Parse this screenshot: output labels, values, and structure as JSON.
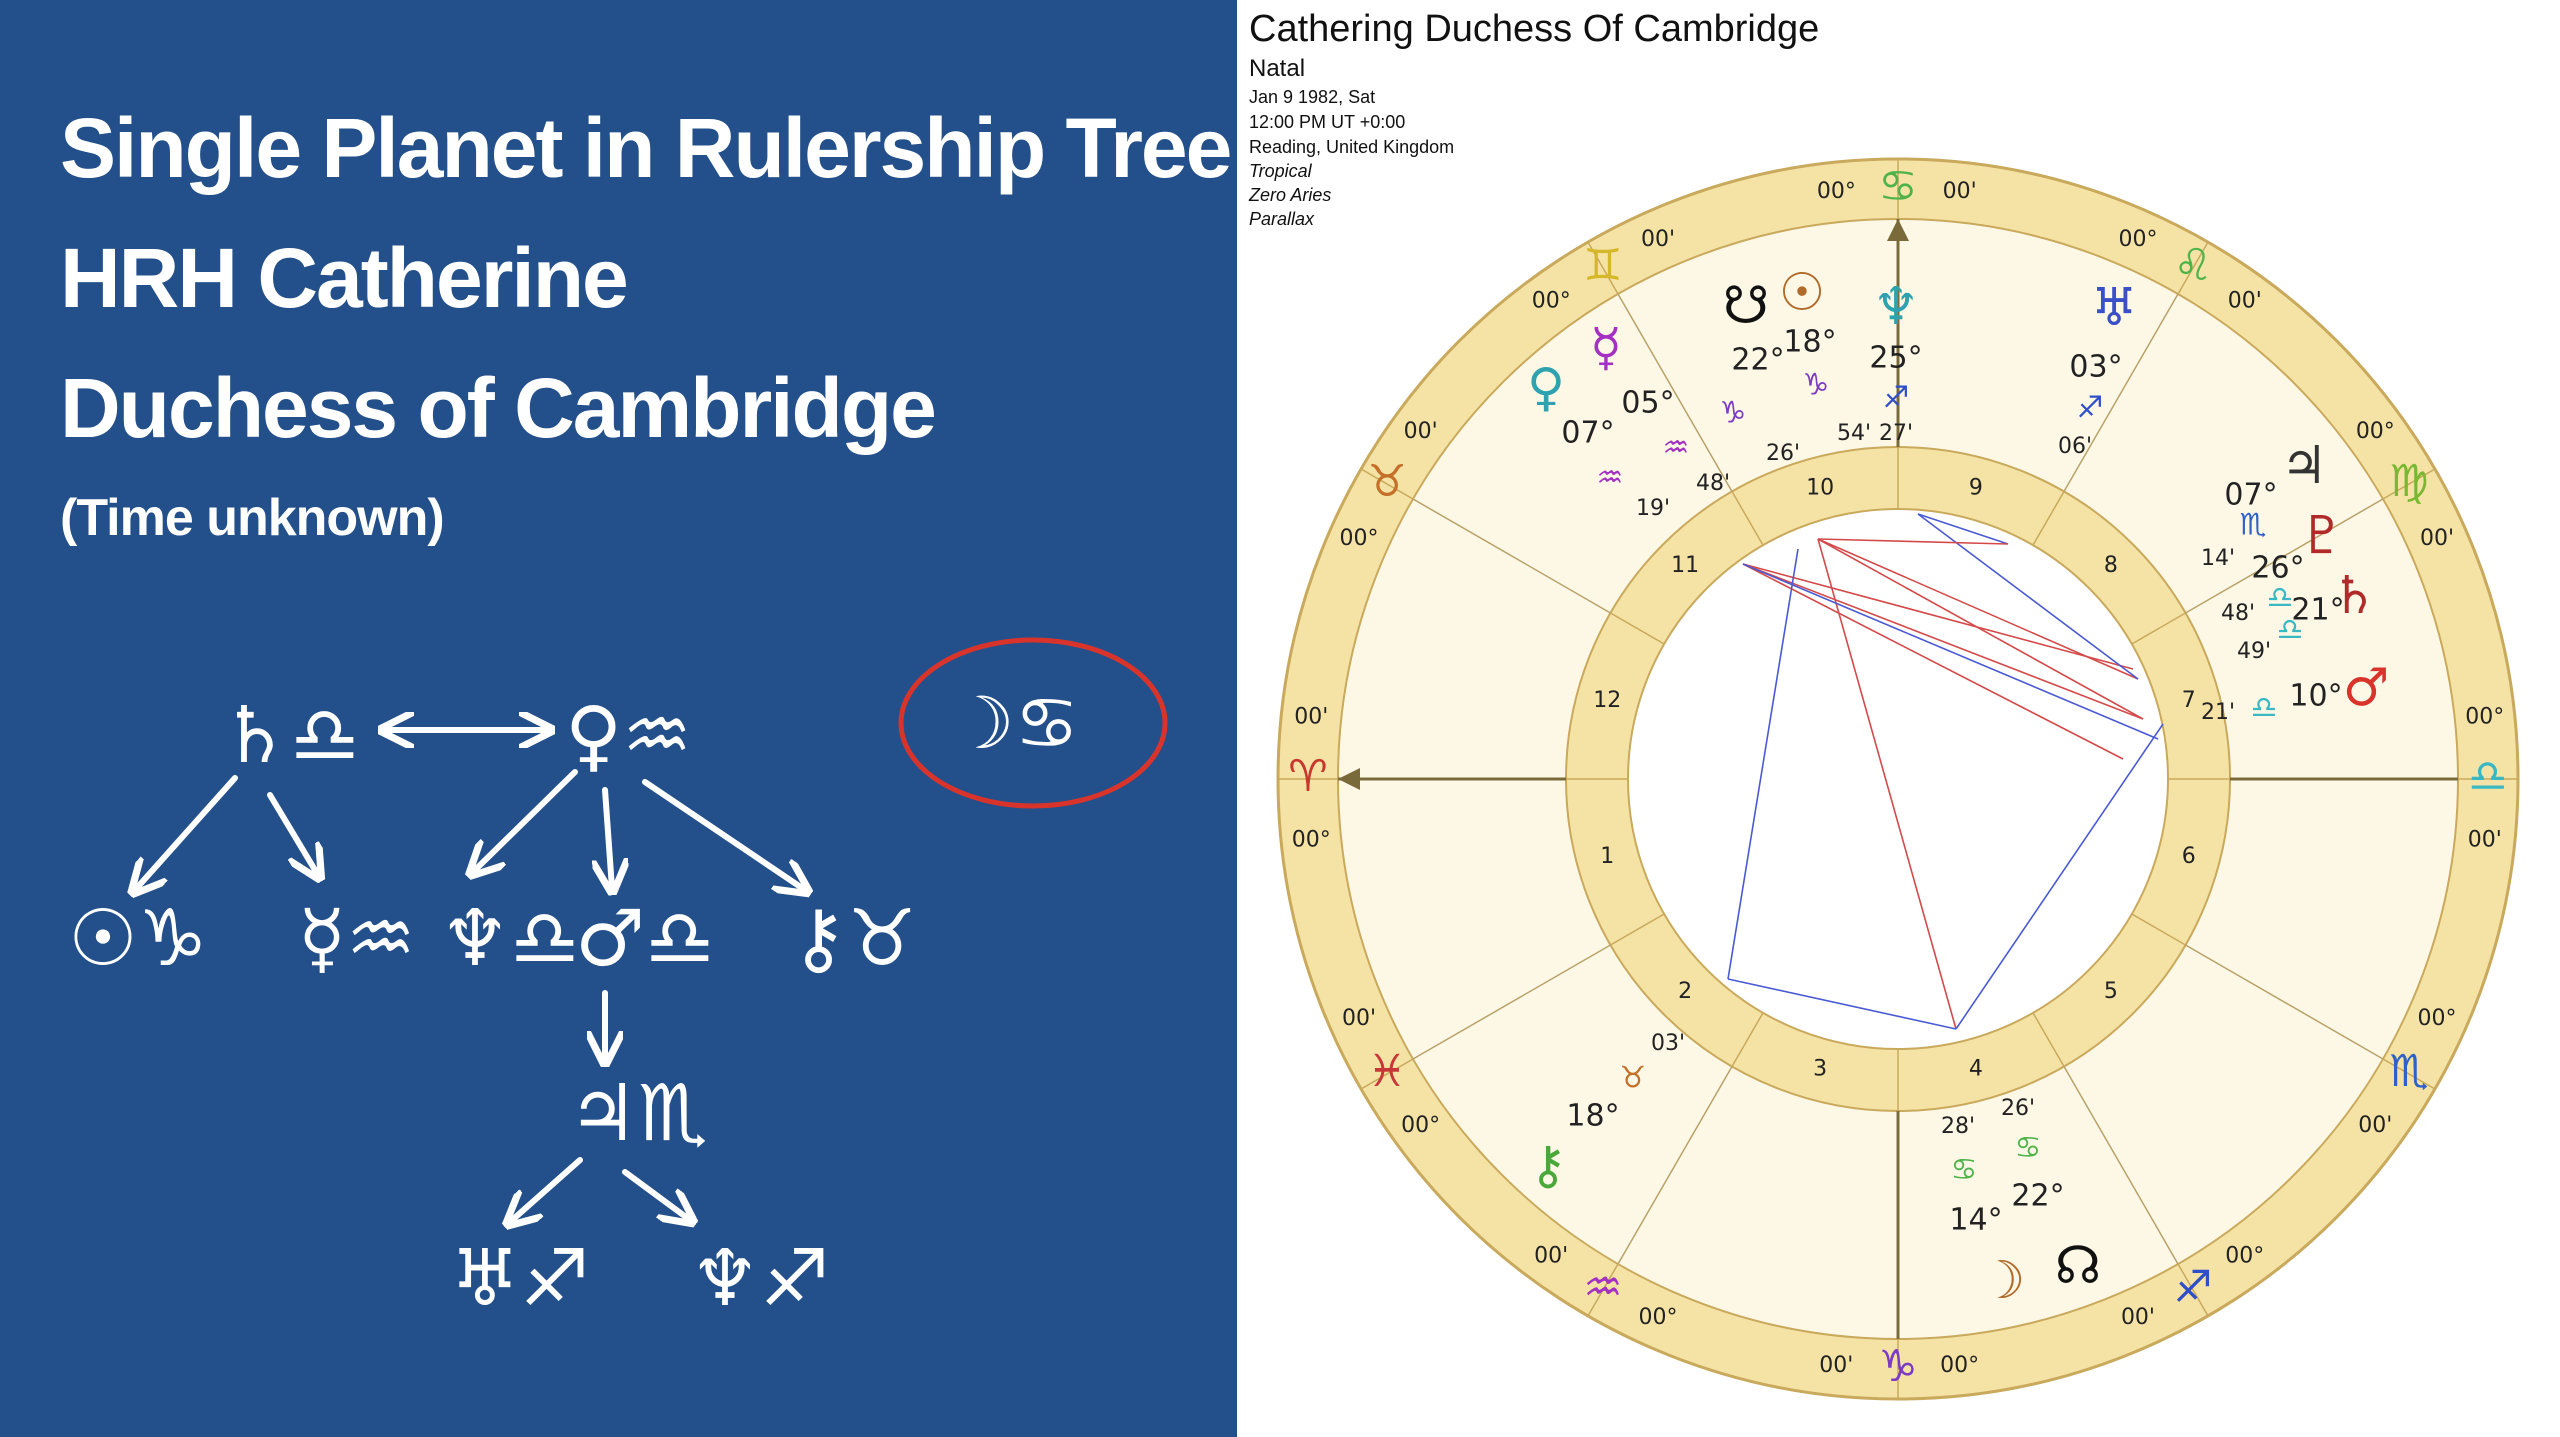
{
  "slide": {
    "title_line1": "Single Planet in Rulership Tree",
    "title_line2": "HRH Catherine",
    "title_line3": "Duchess of Cambridge",
    "subtitle": "(Time unknown)",
    "colors": {
      "background": "#23508a",
      "text": "#ffffff",
      "highlight_circle": "#d9342b"
    }
  },
  "tree": {
    "nodes": [
      {
        "id": "saturn",
        "label": "♄♎"
      },
      {
        "id": "venus",
        "label": "♀♒"
      },
      {
        "id": "sun",
        "label": "☉♑"
      },
      {
        "id": "mercury",
        "label": "☿♒"
      },
      {
        "id": "neptune",
        "label": "♆♎"
      },
      {
        "id": "mars",
        "label": "♂♎"
      },
      {
        "id": "chiron",
        "label": "⚷♉"
      },
      {
        "id": "jupiter",
        "label": "♃♏"
      },
      {
        "id": "uranus",
        "label": "♅♐"
      },
      {
        "id": "neptune2",
        "label": "♆♐"
      }
    ],
    "highlighted": "☽♋"
  },
  "chart": {
    "name": "Cathering Duchess Of Cambridge",
    "type": "Natal",
    "date": "Jan 9 1982, Sat",
    "time": "12:00 PM UT +0:00",
    "place": "Reading, United Kingdom",
    "zodiac": "Tropical",
    "ayanamsa": "Zero Aries",
    "parallax": "Parallax",
    "sign_labels": [
      {
        "glyph": "♈",
        "deg": "00°",
        "min": "00'",
        "color": "#c8372d"
      },
      {
        "glyph": "♉",
        "deg": "00°",
        "min": "00'",
        "color": "#c5702a"
      },
      {
        "glyph": "♊",
        "deg": "00°",
        "min": "00'",
        "color": "#d4b82a"
      },
      {
        "glyph": "♋",
        "deg": "00°",
        "min": "00'",
        "color": "#4fb34a"
      },
      {
        "glyph": "♌",
        "deg": "00°",
        "min": "00'",
        "color": "#4fb34a"
      },
      {
        "glyph": "♍",
        "deg": "00°",
        "min": "00'",
        "color": "#7ab833"
      },
      {
        "glyph": "♎",
        "deg": "00°",
        "min": "00'",
        "color": "#39b8c4"
      },
      {
        "glyph": "♏",
        "deg": "00°",
        "min": "00'",
        "color": "#2f62c8"
      },
      {
        "glyph": "♐",
        "deg": "00°",
        "min": "00'",
        "color": "#2f4fc8"
      },
      {
        "glyph": "♑",
        "deg": "00°",
        "min": "00'",
        "color": "#7b3bc2"
      },
      {
        "glyph": "♒",
        "deg": "00°",
        "min": "00'",
        "color": "#a431c1"
      },
      {
        "glyph": "♓",
        "deg": "00°",
        "min": "00'",
        "color": "#c83737"
      }
    ],
    "houses": [
      "1",
      "2",
      "3",
      "4",
      "5",
      "6",
      "7",
      "8",
      "9",
      "10",
      "11",
      "12"
    ],
    "planets": [
      {
        "name": "Neptune",
        "glyph": "♆",
        "deg": "25°",
        "sign": "♐",
        "min": "27'",
        "color": "#2fa2b0"
      },
      {
        "name": "Uranus",
        "glyph": "♅",
        "deg": "03°",
        "sign": "♐",
        "min": "06'",
        "color": "#3b50c8"
      },
      {
        "name": "Sun",
        "glyph": "☉",
        "deg": "18°",
        "sign": "♑",
        "min": "54'",
        "color": "#b06a2a"
      },
      {
        "name": "South Node",
        "glyph": "☋",
        "deg": "22°",
        "sign": "♑",
        "min": "26'",
        "color": "#111111"
      },
      {
        "name": "Mercury",
        "glyph": "☿",
        "deg": "05°",
        "sign": "♒",
        "min": "48'",
        "color": "#a431c1"
      },
      {
        "name": "Venus",
        "glyph": "♀",
        "deg": "07°",
        "sign": "♒",
        "min": "19'",
        "color": "#2fa2b0"
      },
      {
        "name": "Jupiter",
        "glyph": "♃",
        "deg": "07°",
        "sign": "♏",
        "min": "14'",
        "color": "#333333"
      },
      {
        "name": "Pluto",
        "glyph": "♇",
        "deg": "26°",
        "sign": "♎",
        "min": "48'",
        "color": "#b02a2a"
      },
      {
        "name": "Saturn",
        "glyph": "♄",
        "deg": "21°",
        "sign": "♎",
        "min": "49'",
        "color": "#b02a2a"
      },
      {
        "name": "Mars",
        "glyph": "♂",
        "deg": "10°",
        "sign": "♎",
        "min": "21'",
        "color": "#d9342b"
      },
      {
        "name": "Chiron",
        "glyph": "⚷",
        "deg": "18°",
        "sign": "♉",
        "min": "03'",
        "color": "#4aa83a"
      },
      {
        "name": "Moon",
        "glyph": "☽",
        "deg": "14°",
        "sign": "♋",
        "min": "28'",
        "color": "#b06a2a"
      },
      {
        "name": "North Node",
        "glyph": "☊",
        "deg": "22°",
        "sign": "♋",
        "min": "26'",
        "color": "#111111"
      }
    ],
    "colors": {
      "ring": "#f5e3a6",
      "ring_border": "#c9a95c",
      "inner_bg": "#fdf8e6",
      "aspect_red": "#d44a4a",
      "aspect_blue": "#4a5ad4"
    }
  }
}
